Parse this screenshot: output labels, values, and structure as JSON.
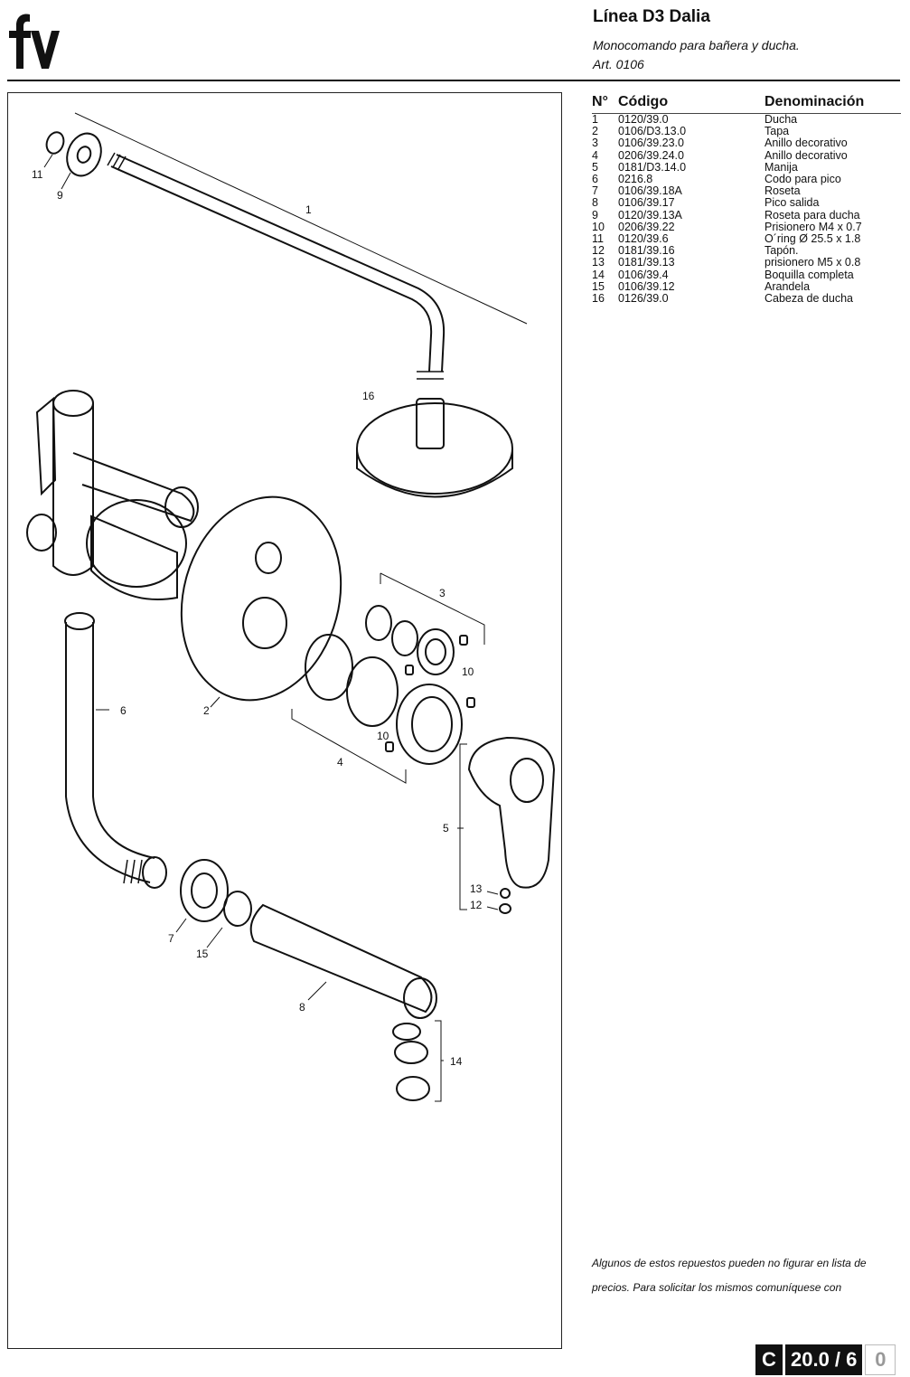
{
  "header": {
    "brand": "fv",
    "title": "Línea D3 Dalia",
    "subtitle": "Monocomando para bañera y ducha.",
    "article": "Art. 0106"
  },
  "parts_table": {
    "columns": [
      "N°",
      "Código",
      "Denominación"
    ],
    "rows": [
      {
        "no": "1",
        "code": "0120/39.0",
        "name": "Ducha"
      },
      {
        "no": "2",
        "code": "0106/D3.13.0",
        "name": "Tapa"
      },
      {
        "no": "3",
        "code": "0106/39.23.0",
        "name": "Anillo decorativo"
      },
      {
        "no": "4",
        "code": "0206/39.24.0",
        "name": "Anillo decorativo"
      },
      {
        "no": "5",
        "code": "0181/D3.14.0",
        "name": "Manija"
      },
      {
        "no": "6",
        "code": "0216.8",
        "name": "Codo para pico"
      },
      {
        "no": "7",
        "code": "0106/39.18A",
        "name": "Roseta"
      },
      {
        "no": "8",
        "code": "0106/39.17",
        "name": "Pico salida"
      },
      {
        "no": "9",
        "code": "0120/39.13A",
        "name": "Roseta para ducha"
      },
      {
        "no": "10",
        "code": "0206/39.22",
        "name": "Prisionero M4 x 0.7"
      },
      {
        "no": "11",
        "code": "0120/39.6",
        "name": "O´ring Ø 25.5 x 1.8"
      },
      {
        "no": "12",
        "code": "0181/39.16",
        "name": "Tapón."
      },
      {
        "no": "13",
        "code": "0181/39.13",
        "name": "prisionero M5 x 0.8"
      },
      {
        "no": "14",
        "code": "0106/39.4",
        "name": "Boquilla completa"
      },
      {
        "no": "15",
        "code": "0106/39.12",
        "name": "Arandela"
      },
      {
        "no": "16",
        "code": "0126/39.0",
        "name": "Cabeza de ducha"
      }
    ]
  },
  "diagram": {
    "callouts": [
      "1",
      "2",
      "3",
      "4",
      "5",
      "6",
      "7",
      "8",
      "9",
      "10",
      "10",
      "11",
      "12",
      "13",
      "14",
      "15",
      "16"
    ]
  },
  "footnote": {
    "line1": "Algunos de estos repuestos pueden no figurar en lista de",
    "line2": "precios. Para solicitar los mismos comuníquese con"
  },
  "page_code": {
    "letter": "C",
    "number": "20.0 / 6",
    "suffix": "0"
  }
}
